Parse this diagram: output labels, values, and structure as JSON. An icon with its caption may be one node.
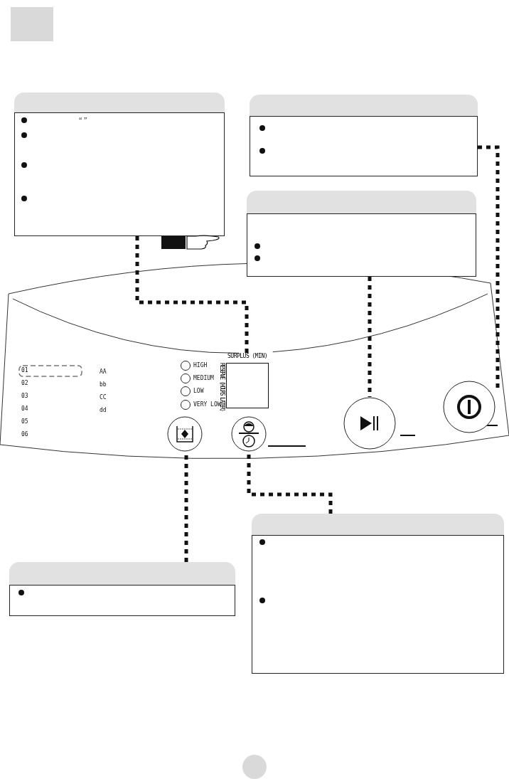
{
  "diagram": {
    "nodes": [
      {
        "text": [
          "“ ”"
        ]
      },
      {
        "text": [],
        "shape": "box"
      },
      {
        "text": [],
        "shape": "box"
      },
      {
        "text": [
          "SURPLUS (MIN)",
          "RESERVE (HOURS LATER)"
        ]
      },
      {
        "text": [],
        "shape": "circle"
      },
      {
        "text": [],
        "shape": "circle"
      },
      {
        "text": [],
        "shape": "circle"
      },
      {
        "text": [],
        "shape": "circle"
      },
      {
        "text": [],
        "shape": "box"
      },
      {
        "text": [],
        "shape": "box"
      }
    ],
    "edges": [
      {
        "from": 0,
        "to": 3,
        "arrow": "none"
      },
      {
        "from": 1,
        "to": 7,
        "arrow": "none"
      },
      {
        "from": 2,
        "to": 6,
        "arrow": "none"
      },
      {
        "from": 8,
        "to": 5,
        "arrow": "none"
      },
      {
        "from": 9,
        "to": 4,
        "arrow": "none"
      }
    ],
    "labels": [
      "01",
      "02",
      "03",
      "04",
      "05",
      "06",
      "AA",
      "bb",
      "CC",
      "dd",
      "HIGH",
      "MEDIUM",
      "LOW",
      "VERY LOW"
    ]
  }
}
